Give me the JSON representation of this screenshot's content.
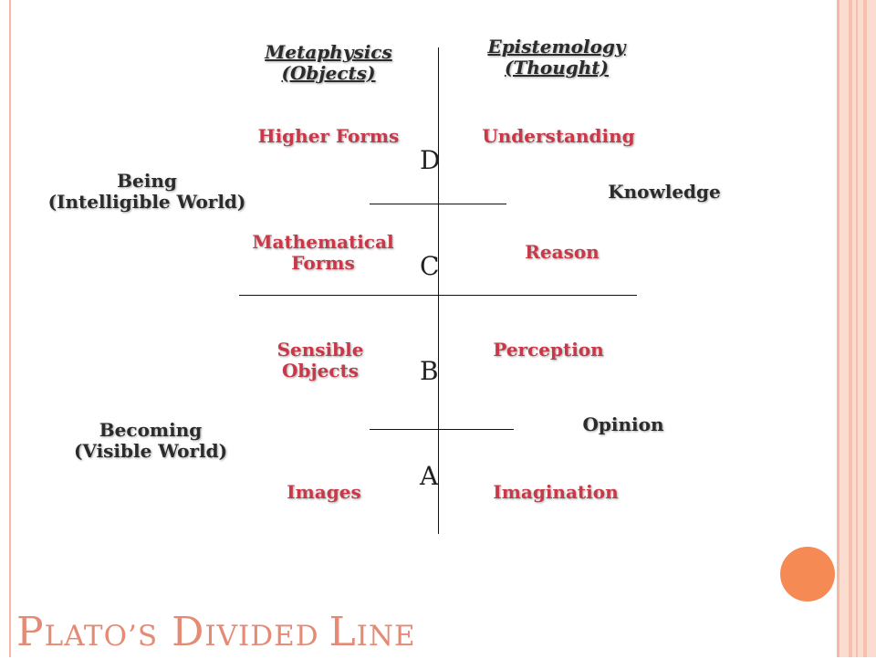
{
  "title": {
    "initial1": "P",
    "rest1": "LATO",
    "apos": "’",
    "initial2": "S",
    "gap": " ",
    "initial3": "D",
    "rest3": "IVIDED ",
    "initial4": "L",
    "rest4": "INE"
  },
  "headers": {
    "metaphysics_line1": "Metaphysics",
    "metaphysics_line2": "(Objects)",
    "epistemology_line1": "Epistemology",
    "epistemology_line2": "(Thought)"
  },
  "objects": {
    "higher_forms": "Higher Forms",
    "mathematical_line1": "Mathematical",
    "mathematical_line2": "Forms",
    "sensible_line1": "Sensible",
    "sensible_line2": "Objects",
    "images": "Images"
  },
  "thought": {
    "understanding": "Understanding",
    "reason": "Reason",
    "perception": "Perception",
    "imagination": "Imagination"
  },
  "groups": {
    "knowledge": "Knowledge",
    "opinion": "Opinion"
  },
  "realms": {
    "being_line1": "Being",
    "being_line2": "(Intelligible World)",
    "becoming_line1": "Becoming",
    "becoming_line2": "(Visible World)"
  },
  "segments": {
    "d": "D",
    "c": "C",
    "b": "B",
    "a": "A"
  },
  "colors": {
    "concept_red": "#c93848",
    "title_salmon": "#e58a74",
    "accent_orange": "#f58a55"
  }
}
